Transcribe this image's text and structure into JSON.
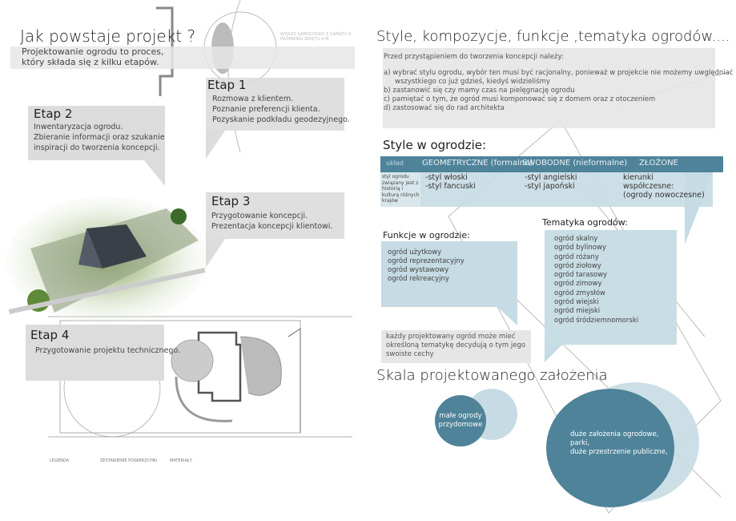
{
  "left": {
    "title": "Jak powstaje projekt ?",
    "intro": [
      "Projektowanie ogrodu to proces,",
      "który składa się z kilku etapów."
    ],
    "etapy": [
      {
        "title": "Etap 1",
        "lines": [
          "Rozmowa z klientem.",
          "Poznanie preferencji klienta.",
          "Pozyskanie podkładu geodezyjnego."
        ]
      },
      {
        "title": "Etap 2",
        "lines": [
          "Inwentaryzacja ogrodu.",
          "Zbieranie informacji oraz szukanie",
          "inspiracji do tworzenia koncepcji."
        ]
      },
      {
        "title": "Etap 3",
        "lines": [
          "Przygotowanie koncepcji.",
          "Prezentacja koncepcji klientowi."
        ]
      },
      {
        "title": "Etap 4",
        "lines": [
          "Przygotowanie projektu technicznego."
        ]
      }
    ],
    "plan_notes": [
      "WYJAZD SAMOCHODU Z GARAŻU O PROMIENIU SKRĘTU 6 M"
    ],
    "legend": {
      "legenda": "LEGENDA",
      "zestawienie": "ZESTAWIENIE POWIERZCHNI",
      "materialy": "MATERIAŁY"
    }
  },
  "right": {
    "title": "Style, kompozycje, funkcje ,tematyka ogrodów....",
    "intro": {
      "lead": "Przed przystąpieniem do tworzenia koncepcji należy:",
      "items": [
        "a) wybrać stylu ogrodu, wybór ten musi być racjonalny, ponieważ w projekcie nie możemy uwględniać",
        "wszystkiego co już gdzieś, kiedyś widzieliśmy",
        "b) zastanowić się czy mamy czas na pielęgnację ogrodu",
        "c) pamiętać o tym, że ogród musi komponować się z domem oraz z otoczeniem",
        "d) zastosować się do rad architekta"
      ]
    },
    "styles": {
      "heading": "Style w ogrodzie:",
      "header": [
        "układ",
        "GEOMETRYCZNE (formalne)",
        "SWOBODNE (nieformalne)",
        "ZŁOŻONE"
      ],
      "row_label": "styl ogrodu związany jest z historią i kulturą różnych krajów",
      "cells": [
        [
          "-styl włoski",
          "-styl fancuski"
        ],
        [
          "-styl angielski",
          "-styl japoński"
        ],
        [
          "kierunki",
          "współczesne:",
          "(ogrody nowoczesne)"
        ]
      ]
    },
    "funkcje": {
      "heading": "Funkcje w ogrodzie:",
      "items": [
        "ogród użytkowy",
        "ogród reprezentacyjny",
        "ogród wystawowy",
        "ogród rekreacyjny"
      ]
    },
    "tematyka": {
      "heading": "Tematyka ogrodów:",
      "items": [
        "ogród skalny",
        "ogród bylinowy",
        "ogród różany",
        "ogród ziołowy",
        "ogród tarasowy",
        "ogród zimowy",
        "ogród zmysłów",
        "ogród wiejski",
        "ogród miejski",
        "ogród śródziemnomorski"
      ]
    },
    "note": "każdy projektowany ogród może mieć określoną tematykę decydują o tym jego swoiste cechy",
    "skala": {
      "heading": "Skala projektowanego założenia",
      "small": [
        "małe ogrody",
        "przydomowe"
      ],
      "large": [
        "duże założenia ogrodowe,",
        "parki,",
        "duże przestrzenie publiczne,"
      ]
    }
  },
  "colors": {
    "teal": "#4f8399",
    "light_blue": "#c6dbe3",
    "gray": "#dcdcdc"
  }
}
